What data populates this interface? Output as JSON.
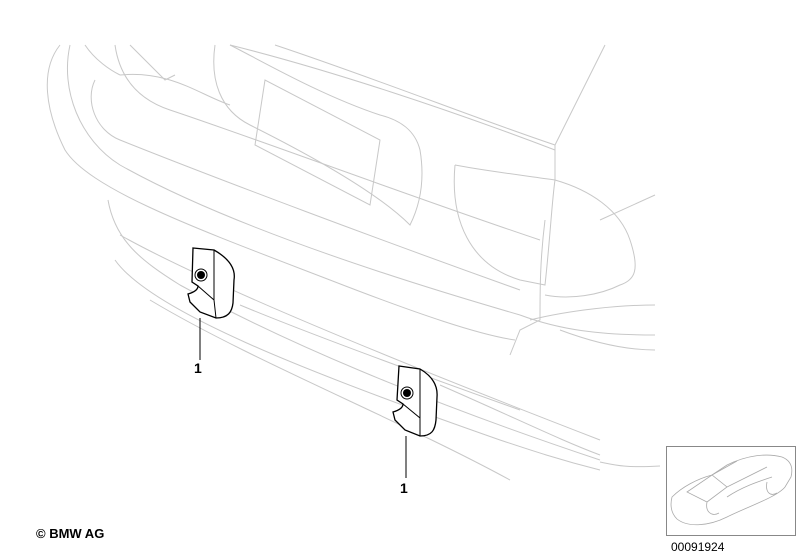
{
  "callouts": [
    {
      "number": "1"
    },
    {
      "number": "1"
    }
  ],
  "copyright": "© BMW AG",
  "document_number": "00091924",
  "colors": {
    "outline": "#c8c8c8",
    "part": "#000000"
  }
}
